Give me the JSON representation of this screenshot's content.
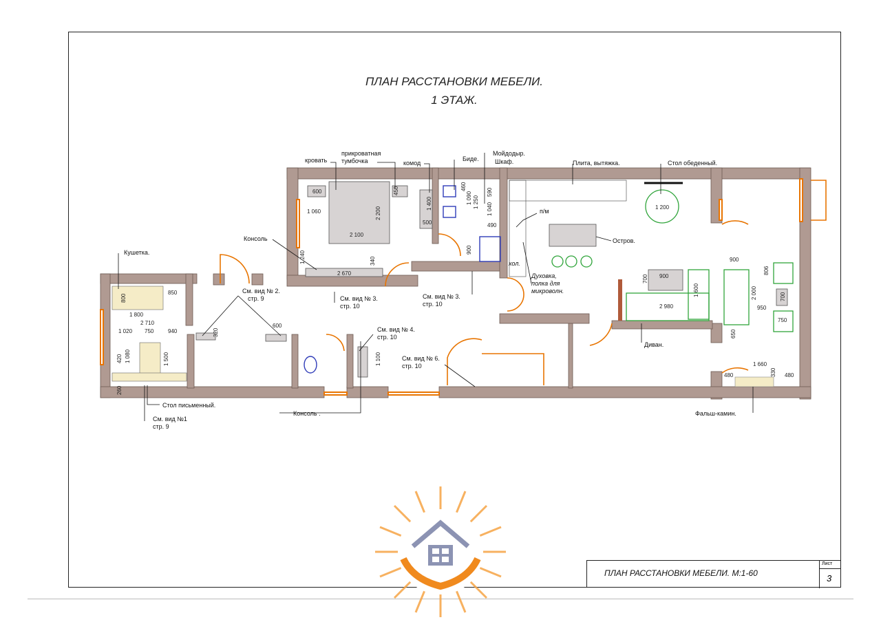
{
  "title": {
    "line1": "ПЛАН РАССТАНОВКИ МЕБЕЛИ.",
    "line2": "1 ЭТАЖ."
  },
  "labels": {
    "bed": "кровать",
    "nightstand_1": "прикроватная",
    "nightstand_2": "тумбочка",
    "dresser": "комод",
    "bidet": "Биде.",
    "washbasin": "Мойдодыр.",
    "cabinet": "Шкаф.",
    "stove": "Плита, вытяжка.",
    "dining_table": "Стол обеденный.",
    "dishwasher": "п/м",
    "island": "Остров.",
    "fridge": "хол.",
    "oven_1": "Духовка,",
    "oven_2": "полка для",
    "oven_3": "микроволн.",
    "console_top": "Консоль",
    "couch": "Кушетка.",
    "view2_1": "См. вид № 2.",
    "view2_2": "стр. 9",
    "view3a_1": "См. вид № 3.",
    "view3a_2": "стр. 10",
    "view3b_1": "См. вид № 3.",
    "view3b_2": "стр. 10",
    "view4_1": "См. вид № 4.",
    "view4_2": "стр. 10",
    "view6_1": "См. вид № 6.",
    "view6_2": "стр. 10",
    "sofa": "Диван.",
    "desk": "Стол письменный.",
    "view1_1": "См. вид №1",
    "view1_2": "стр. 9",
    "console_bottom": "Консоль .",
    "fireplace": "Фальш-камин."
  },
  "dimensions": {
    "d600a": "600",
    "d450": "450",
    "d2200": "2 200",
    "d2100": "2 100",
    "d1060": "1 060",
    "d1400": "1 400",
    "d500": "500",
    "d460": "460",
    "d1090": "1 090",
    "d1250": "1 250",
    "d590": "590",
    "d1040": "1 040",
    "d490": "490",
    "d900a": "900",
    "d1200": "1 200",
    "d1240": "1 240",
    "d340": "340",
    "d2670": "2 670",
    "d800": "800",
    "d850": "850",
    "d1800": "1 800",
    "d2710": "2 710",
    "d1020": "1 020",
    "d750a": "750",
    "d940": "940",
    "d420": "420",
    "d1080": "1 080",
    "d1500": "1 500",
    "d260": "260",
    "d320": "320",
    "d600b": "600",
    "d1100": "1 100",
    "d700a": "700",
    "d900b": "900",
    "d1600": "1 600",
    "d2980": "2 980",
    "d900c": "900",
    "d806": "806",
    "d2000": "2 000",
    "d700b": "700",
    "d950": "950",
    "d750b": "750",
    "d650": "650",
    "d1660": "1 660",
    "d480a": "480",
    "d330": "330",
    "d480b": "480"
  },
  "stamp": {
    "title": "ПЛАН РАССТАНОВКИ МЕБЕЛИ.  М:1-60",
    "sheet_label": "Лист",
    "sheet_number": "3"
  },
  "colors": {
    "wall": "#b09a92",
    "door": "#e87400",
    "green_furniture": "#2fa43a",
    "bath_fixture": "#2e3bb8",
    "watermark": "#f6a445"
  }
}
